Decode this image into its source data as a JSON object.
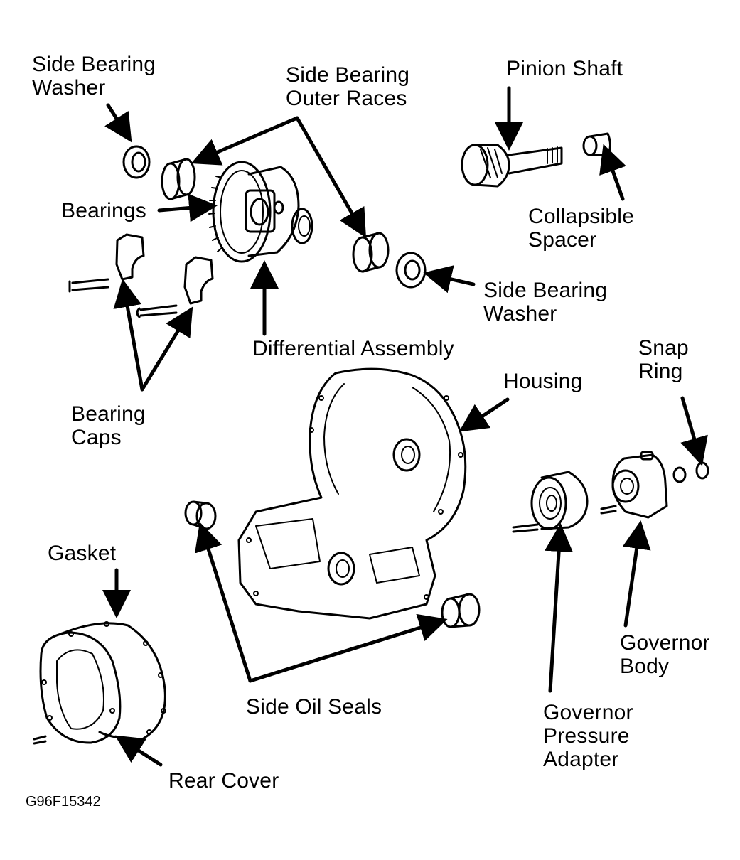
{
  "diagram": {
    "labels": {
      "side_bearing_washer_left_1": "Side Bearing",
      "side_bearing_washer_left_2": "Washer",
      "side_bearing_outer_races_1": "Side Bearing",
      "side_bearing_outer_races_2": "Outer Races",
      "pinion_shaft": "Pinion Shaft",
      "bearings": "Bearings",
      "collapsible_spacer_1": "Collapsible",
      "collapsible_spacer_2": "Spacer",
      "side_bearing_washer_right_1": "Side Bearing",
      "side_bearing_washer_right_2": "Washer",
      "differential_assembly": "Differential Assembly",
      "snap_ring_1": "Snap",
      "snap_ring_2": "Ring",
      "housing": "Housing",
      "bearing_caps_1": "Bearing",
      "bearing_caps_2": "Caps",
      "gasket": "Gasket",
      "governor_body_1": "Governor",
      "governor_body_2": "Body",
      "side_oil_seals": "Side Oil Seals",
      "governor_pressure_adapter_1": "Governor",
      "governor_pressure_adapter_2": "Pressure",
      "governor_pressure_adapter_3": "Adapter",
      "rear_cover": "Rear Cover"
    },
    "figure_code": "G96F15342"
  }
}
